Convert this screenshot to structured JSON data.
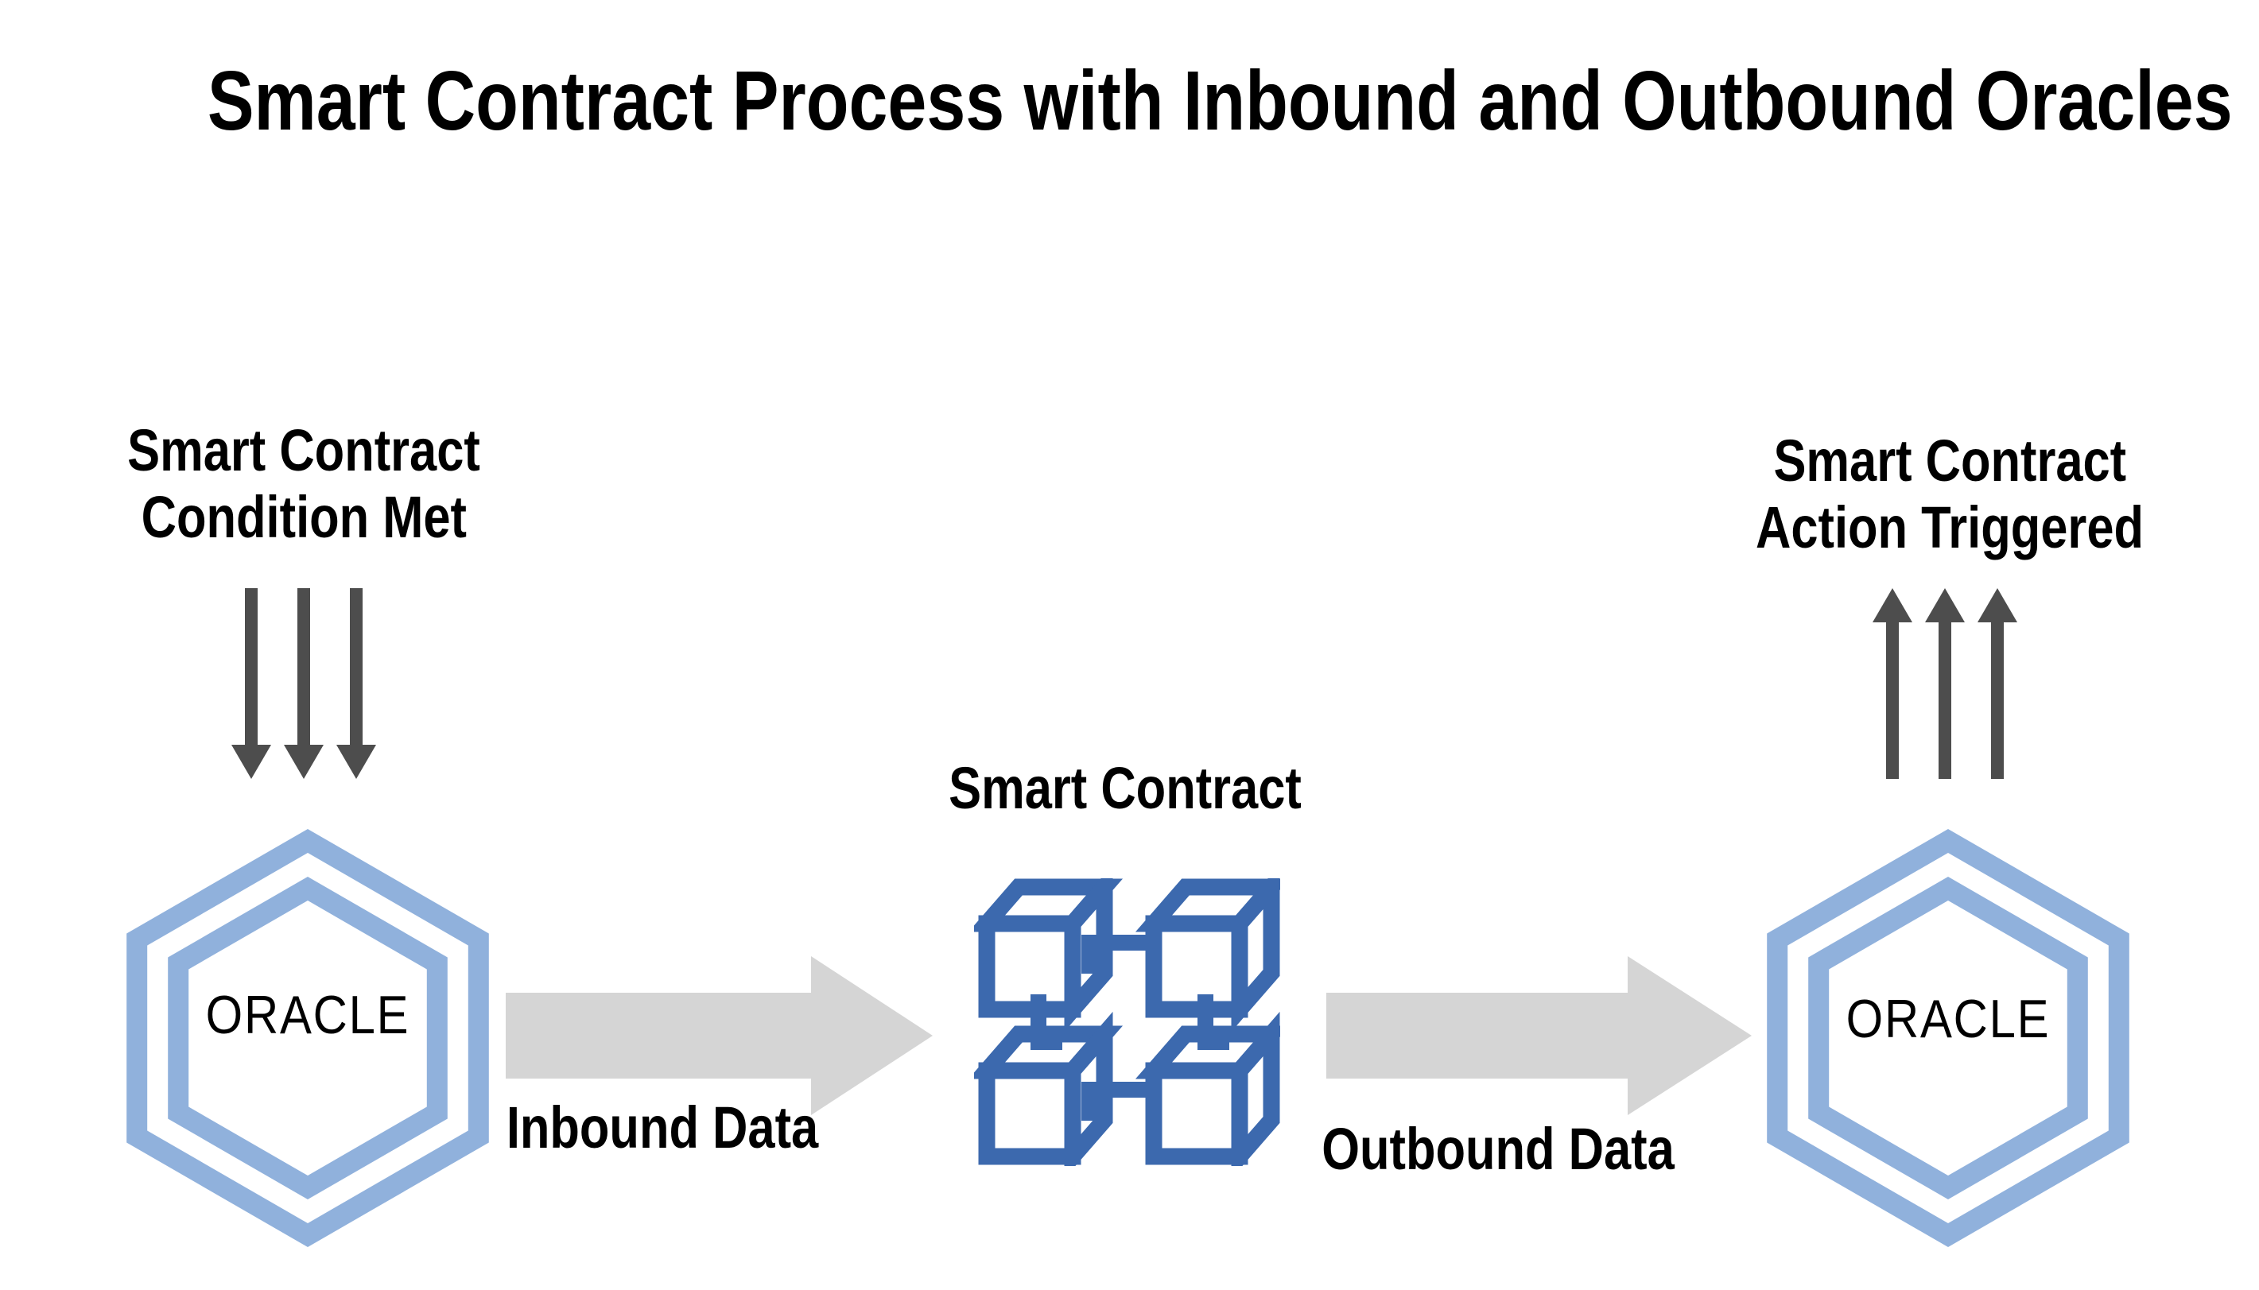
{
  "diagram": {
    "title": "Smart Contract Process with Inbound and Outbound Oracles",
    "inbound_annotation": {
      "line1": "Smart Contract",
      "line2": "Condition Met"
    },
    "outbound_annotation": {
      "line1": "Smart Contract",
      "line2": "Action Triggered"
    },
    "smart_contract_label": "Smart Contract",
    "inbound_oracle_label": "ORACLE",
    "outbound_oracle_label": "ORACLE",
    "inbound_flow_label": "Inbound Data",
    "outbound_flow_label": "Outbound Data"
  },
  "icons": {
    "inbound_oracle": "double-hexagon-icon",
    "outbound_oracle": "double-hexagon-icon",
    "smart_contract": "blockchain-cubes-icon",
    "inbound_signal": "triple-down-arrows-icon",
    "outbound_signal": "triple-up-arrows-icon",
    "inbound_flow": "right-arrow-icon",
    "outbound_flow": "right-arrow-icon"
  },
  "colors": {
    "background": "#FFFFFF",
    "text": "#000000",
    "oracle_hexagon_blue": "#90B1DC",
    "blockchain_cube_blue": "#3C69AE",
    "flow_arrow_gray": "#D5D5D5",
    "signal_arrow_gray": "#4D4D4D"
  }
}
